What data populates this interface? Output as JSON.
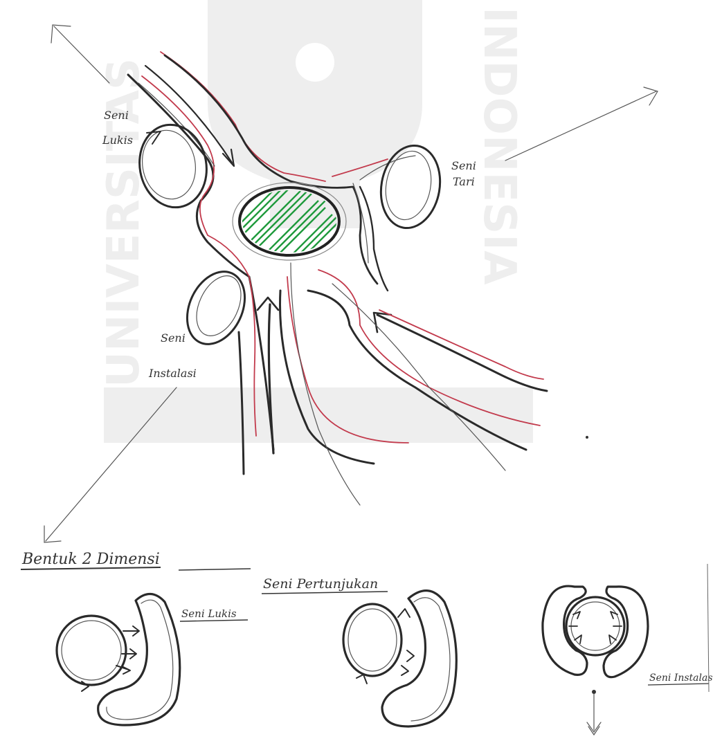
{
  "watermark": {
    "text_left": "UNIVERSITAS",
    "text_right": "INDONESIA"
  },
  "labels": {
    "seni_lukis_top_line1": "Seni",
    "seni_lukis_top_line2": "Lukis",
    "seni_tari_line1": "Seni",
    "seni_tari_line2": "Tari",
    "seni_instalasi_line1": "Seni",
    "seni_instalasi_line2": "Instalasi",
    "bentuk_2_dimensi": "Bentuk 2 Dimensi",
    "seni_pertunjukan": "Seni Pertunjukan",
    "seni_lukis_bottom": "Seni Lukis",
    "seni_instalasi_bottom": "Seni Instalasi"
  },
  "colors": {
    "ink": "#2a2a2a",
    "red_line": "#c23a4c",
    "green_fill": "#1f9a3c",
    "watermark": "#000000"
  }
}
